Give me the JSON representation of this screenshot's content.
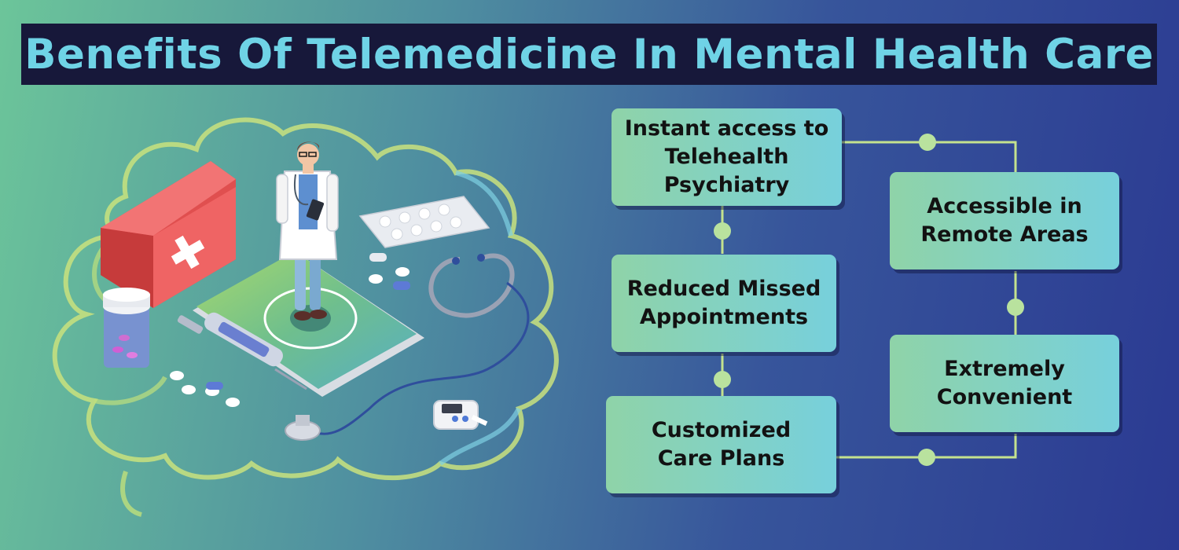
{
  "title": "Benefits Of Telemedicine In Mental Health Care",
  "benefits": [
    "Instant access to\nTelehealth\nPsychiatry",
    "Reduced Missed\nAppointments",
    "Customized\nCare Plans",
    "Accessible in\nRemote Areas",
    "Extremely\nConvenient"
  ],
  "colors": {
    "title_bg": "#17183a",
    "title_text": "#6fd3e6",
    "card_start": "#8fd3a8",
    "card_end": "#77d0dc",
    "connector": "#c4e28e"
  }
}
